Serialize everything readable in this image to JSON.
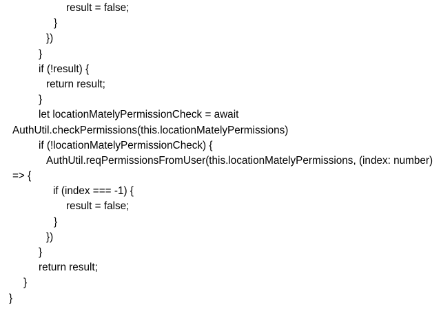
{
  "page": {
    "background_color": "#ffffff",
    "text_color": "#000000"
  },
  "code": {
    "lines": [
      {
        "indent": 96,
        "text": "result = false;"
      },
      {
        "indent": 78,
        "text": "}"
      },
      {
        "indent": 67,
        "text": "})"
      },
      {
        "indent": 56,
        "text": "}"
      },
      {
        "indent": 56,
        "text": "if (!result) {"
      },
      {
        "indent": 67,
        "text": "return result;"
      },
      {
        "indent": 56,
        "text": "}"
      },
      {
        "indent": 56,
        "text": "let locationMatelyPermissionCheck = await"
      },
      {
        "indent": 18,
        "text": "AuthUtil.checkPermissions(this.locationMatelyPermissions)"
      },
      {
        "indent": 56,
        "text": "if (!locationMatelyPermissionCheck) {"
      },
      {
        "indent": 67,
        "text": "AuthUtil.reqPermissionsFromUser(this.locationMatelyPermissions, (index: number)"
      },
      {
        "indent": 18,
        "text": "=> {"
      },
      {
        "indent": 77,
        "text": "if (index === -1) {"
      },
      {
        "indent": 96,
        "text": "result = false;"
      },
      {
        "indent": 78,
        "text": "}"
      },
      {
        "indent": 67,
        "text": "})"
      },
      {
        "indent": 56,
        "text": "}"
      },
      {
        "indent": 56,
        "text": "return result;"
      },
      {
        "indent": 34,
        "text": "}"
      },
      {
        "indent": 13,
        "text": "}"
      }
    ]
  }
}
